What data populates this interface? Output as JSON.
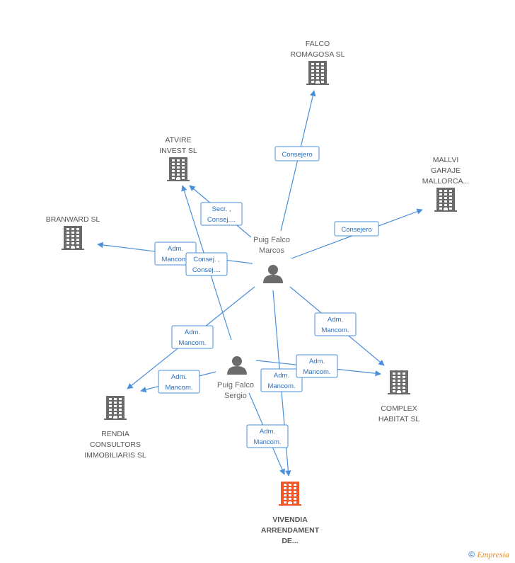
{
  "companies": [
    {
      "id": "falco",
      "lines": [
        "FALCO",
        "ROMAGOSA SL"
      ],
      "highlight": false
    },
    {
      "id": "atvire",
      "lines": [
        "ATVIRE",
        "INVEST SL"
      ],
      "highlight": false
    },
    {
      "id": "mallvi",
      "lines": [
        "MALLVI",
        "GARAJE",
        "MALLORCA..."
      ],
      "highlight": false
    },
    {
      "id": "branward",
      "lines": [
        "BRANWARD SL"
      ],
      "highlight": false
    },
    {
      "id": "complex",
      "lines": [
        "COMPLEX",
        "HABITAT SL"
      ],
      "highlight": false
    },
    {
      "id": "rendia",
      "lines": [
        "RENDIA",
        "CONSULTORS",
        "IMMOBILIARIS SL"
      ],
      "highlight": false
    },
    {
      "id": "vivendia",
      "lines": [
        "VIVENDIA",
        "ARRENDAMENT",
        "DE..."
      ],
      "highlight": true
    }
  ],
  "persons": [
    {
      "id": "marcos",
      "lines": [
        "Puig Falco",
        "Marcos"
      ]
    },
    {
      "id": "sergio",
      "lines": [
        "Puig Falco",
        "Sergio"
      ]
    }
  ],
  "edges": [
    {
      "from": "marcos",
      "to": "falco",
      "label": [
        "Consejero"
      ]
    },
    {
      "from": "marcos",
      "to": "atvire",
      "label": [
        "Secr. ,",
        "Consej...."
      ]
    },
    {
      "from": "marcos",
      "to": "mallvi",
      "label": [
        "Consejero"
      ]
    },
    {
      "from": "marcos",
      "to": "branward",
      "label": [
        "Adm.",
        "Mancom."
      ]
    },
    {
      "from": "marcos",
      "to": "complex",
      "label": [
        "Adm.",
        "Mancom."
      ]
    },
    {
      "from": "marcos",
      "to": "rendia",
      "label": [
        "Adm.",
        "Mancom."
      ]
    },
    {
      "from": "marcos",
      "to": "vivendia",
      "label": [
        "Adm.",
        "Mancom."
      ]
    },
    {
      "from": "sergio",
      "to": "atvire",
      "label": [
        "Consej. ,",
        "Consej...."
      ]
    },
    {
      "from": "sergio",
      "to": "complex",
      "label": [
        "Adm.",
        "Mancom."
      ]
    },
    {
      "from": "sergio",
      "to": "rendia",
      "label": [
        "Adm.",
        "Mancom."
      ]
    },
    {
      "from": "sergio",
      "to": "vivendia",
      "label": [
        "Adm.",
        "Mancom."
      ]
    }
  ],
  "colors": {
    "edge": "#4a8fd8",
    "company": "#6b6b6b",
    "company_highlight": "#f0562a",
    "person": "#6b6b6b"
  },
  "footer": {
    "copyright": "©",
    "brand": "Empresia"
  }
}
